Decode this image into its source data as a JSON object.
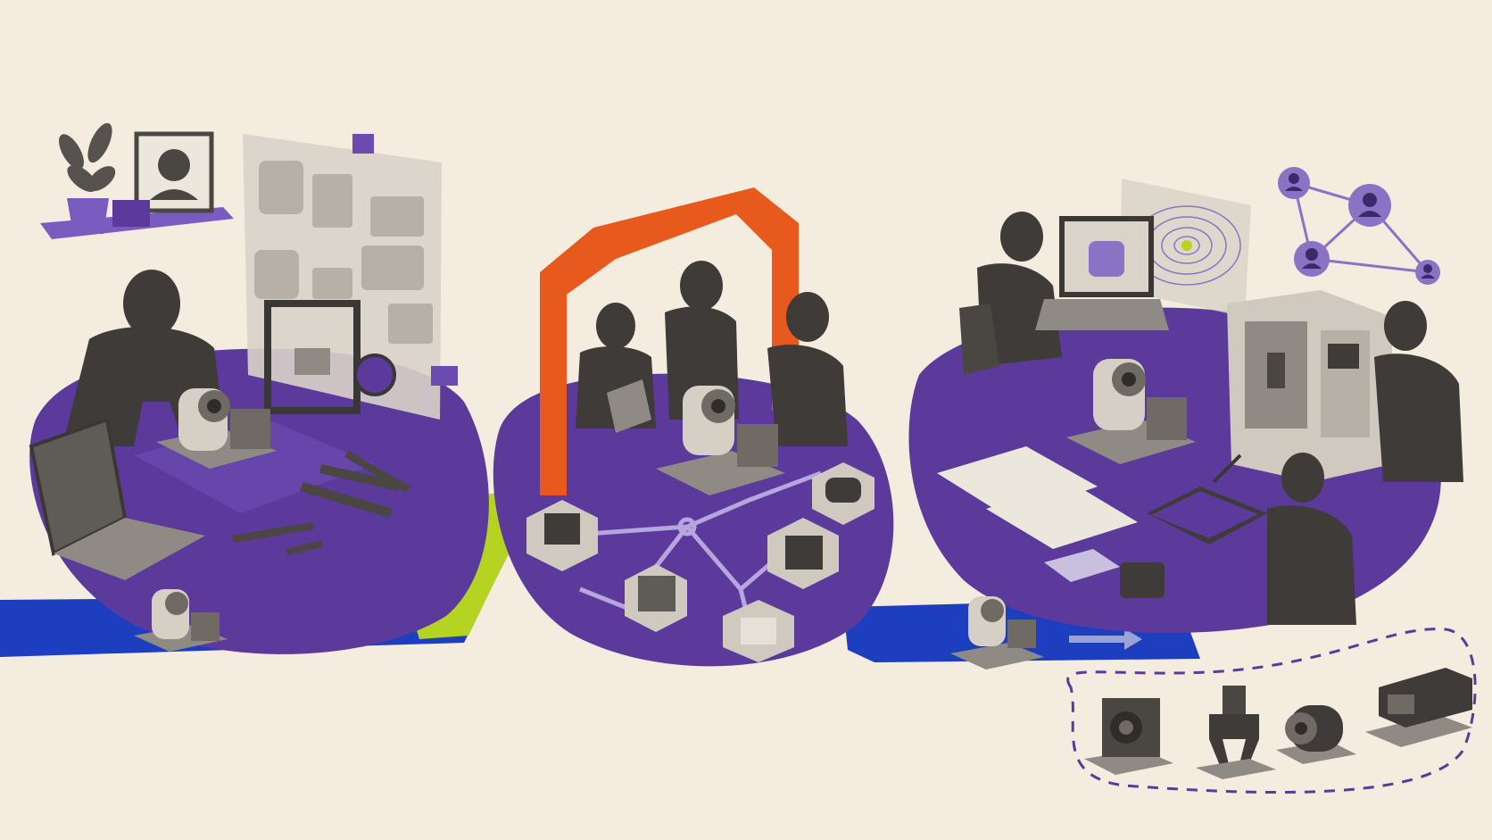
{
  "scene": {
    "description_free": true,
    "panels": [
      {
        "id": "panel-left",
        "people": 1,
        "items": [
          "laptop",
          "3d-printer",
          "caliper",
          "screwdriver",
          "hammer",
          "hex-key",
          "plant",
          "picture-frame",
          "mechanical-part"
        ]
      },
      {
        "id": "panel-middle",
        "people": 3,
        "items": [
          "orange-arch",
          "laptop",
          "mechanical-part",
          "module-hexagons"
        ]
      },
      {
        "id": "panel-right",
        "people": 3,
        "items": [
          "laptop",
          "cnc-machine",
          "circuit-board",
          "soldering-iron",
          "blueprints",
          "network-graph",
          "mechanical-part"
        ]
      }
    ],
    "output_modules": [
      "cube-module",
      "gripper-module",
      "motor-module",
      "linear-actuator-module"
    ]
  },
  "colors": {
    "background": "#f3ecdf",
    "purple": "#5b3a9c",
    "purple_light": "#8a72c4",
    "blue": "#1d3fbf",
    "lime": "#b5d321",
    "orange": "#e8591e",
    "metal": "#c9c2b6",
    "metal_dark": "#6f6a63",
    "person": "#3e3b38",
    "paper": "#dcd6cc"
  },
  "icons": [
    "arrow-right-icon",
    "arrow-right-icon",
    "person-icon",
    "person-icon",
    "person-icon",
    "person-icon"
  ]
}
